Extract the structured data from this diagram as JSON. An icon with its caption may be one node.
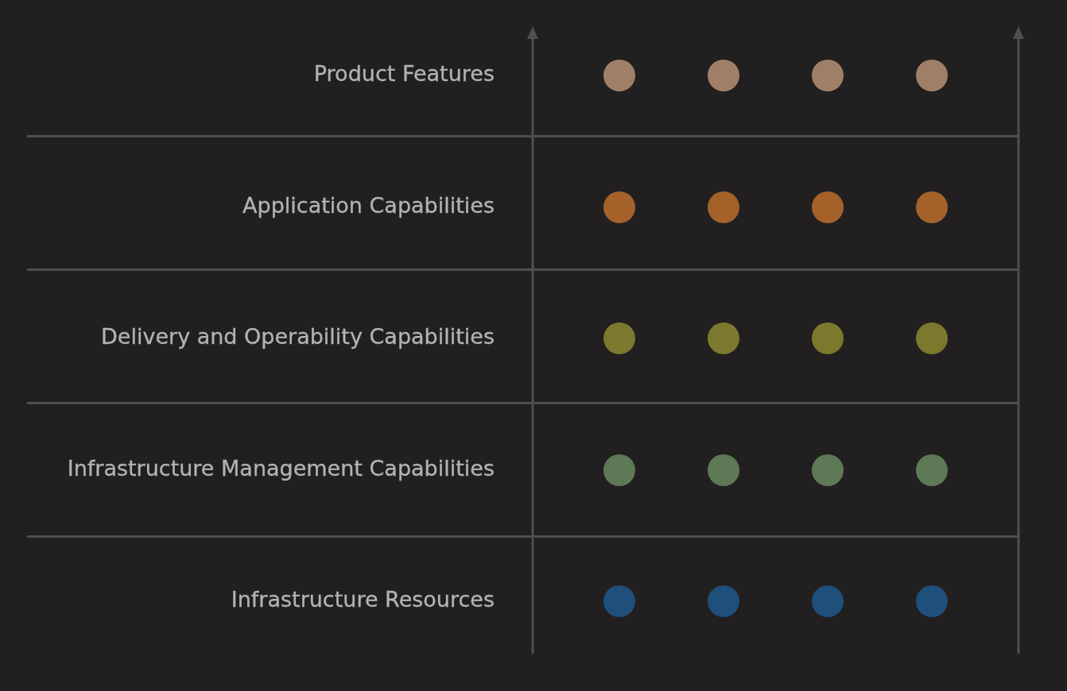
{
  "diagram": {
    "labels": [
      "Product Features",
      "Application Capabilities",
      "Delivery and Operability Capabilities",
      "Infrastructure Management Capabilities",
      "Infrastructure Resources"
    ]
  }
}
